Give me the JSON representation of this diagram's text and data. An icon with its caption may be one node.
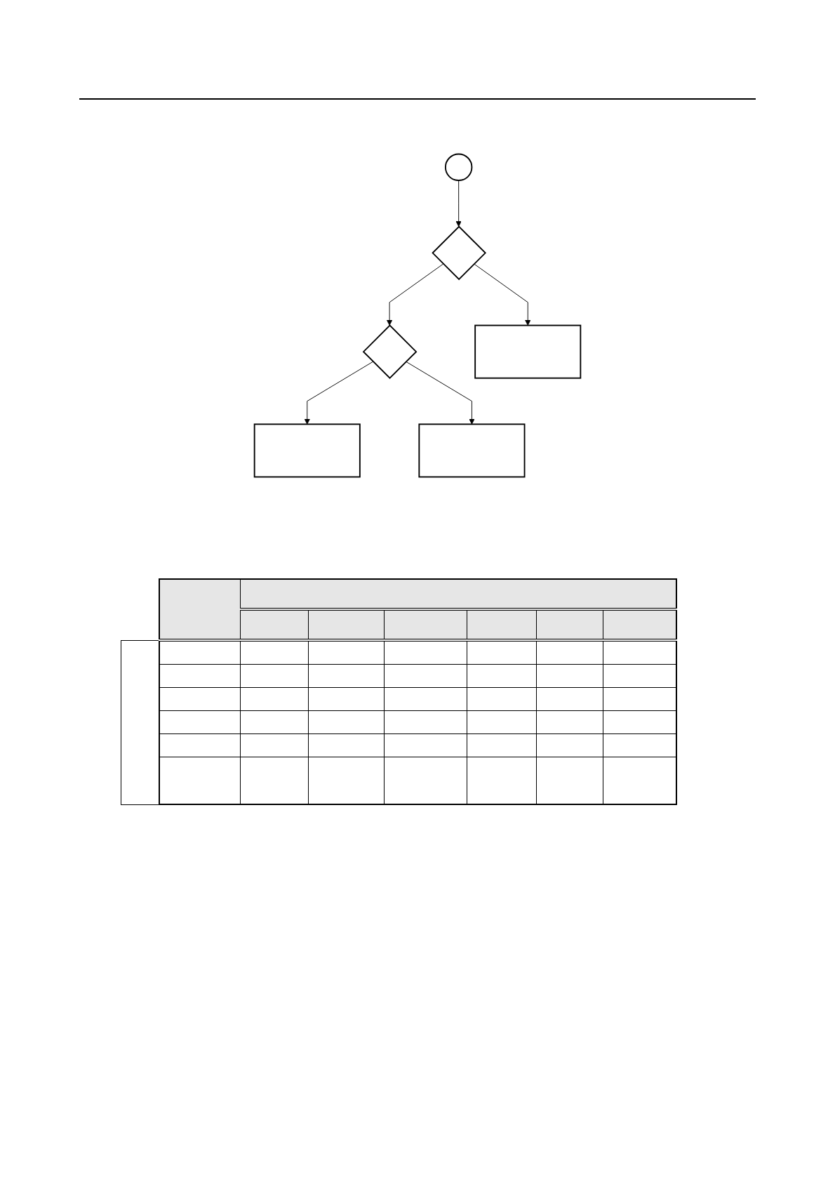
{
  "diagram": {
    "nodes": [
      {
        "text": [],
        "shape": "circle"
      },
      {
        "text": [],
        "shape": "diamond"
      },
      {
        "text": [],
        "shape": "diamond"
      },
      {
        "text": [],
        "shape": "box"
      },
      {
        "text": [],
        "shape": "box"
      },
      {
        "text": [],
        "shape": "box"
      }
    ],
    "edges": [
      {
        "from": 0,
        "to": 1,
        "arrow": "to"
      },
      {
        "from": 1,
        "to": 2,
        "arrow": "to"
      },
      {
        "from": 2,
        "to": 3,
        "arrow": "to"
      },
      {
        "from": 1,
        "to": 4,
        "arrow": "to"
      },
      {
        "from": 2,
        "to": 5,
        "arrow": "to"
      }
    ]
  }
}
